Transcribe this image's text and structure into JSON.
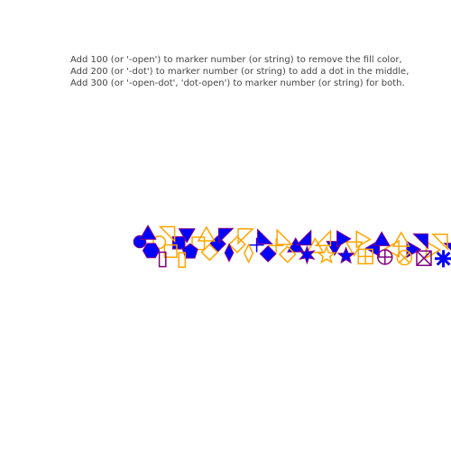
{
  "chart_data": {
    "type": "scatter",
    "title": "",
    "xlabel": "",
    "ylabel": "",
    "grid": false,
    "annotation": [
      "Add 100 (or '-open') to marker number (or string) to remove the fill color,",
      "Add 200 (or '-dot') to marker number (or string) to add a dot in the middle,",
      "Add 300 (or '-open-dot', 'dot-open') to marker number (or string) for both."
    ],
    "colors": {
      "filled_fill": "#0000ff",
      "outline": "#800080",
      "open_outline": "#ffa500"
    },
    "xlim": [
      -1,
      25
    ],
    "ylim": [
      -1,
      25
    ],
    "points": [
      {
        "x": 0,
        "y": 0,
        "symbol": "circle",
        "open": false
      },
      {
        "x": 1,
        "y": 1,
        "symbol": "circle",
        "open": true
      },
      {
        "x": 2,
        "y": 2,
        "symbol": "square",
        "open": false
      },
      {
        "x": 3,
        "y": 3,
        "symbol": "square",
        "open": true
      },
      {
        "x": 4,
        "y": 4,
        "symbol": "diamond",
        "open": false
      },
      {
        "x": 5,
        "y": 5,
        "symbol": "diamond",
        "open": true
      },
      {
        "x": 6,
        "y": 6,
        "symbol": "cross",
        "open": false
      },
      {
        "x": 7,
        "y": 7,
        "symbol": "cross",
        "open": true
      },
      {
        "x": 8,
        "y": 8,
        "symbol": "triangle-up",
        "open": false
      },
      {
        "x": 9,
        "y": 9,
        "symbol": "triangle-up",
        "open": true
      },
      {
        "x": 10,
        "y": 10,
        "symbol": "triangle-down",
        "open": false
      },
      {
        "x": 11,
        "y": 11,
        "symbol": "triangle-down",
        "open": true
      },
      {
        "x": 12,
        "y": 12,
        "symbol": "triangle-left",
        "open": false
      },
      {
        "x": 13,
        "y": 13,
        "symbol": "triangle-left",
        "open": true
      },
      {
        "x": 14,
        "y": 14,
        "symbol": "triangle-right",
        "open": false
      },
      {
        "x": 15,
        "y": 15,
        "symbol": "triangle-right",
        "open": true
      },
      {
        "x": 16,
        "y": 16,
        "symbol": "triangle-ne",
        "open": false
      },
      {
        "x": 17,
        "y": 17,
        "symbol": "triangle-ne",
        "open": true
      },
      {
        "x": 18,
        "y": 18,
        "symbol": "hexagon",
        "open": false
      },
      {
        "x": 19,
        "y": 19,
        "symbol": "hexagon",
        "open": true
      },
      {
        "x": 20,
        "y": 20,
        "symbol": "bowtie",
        "open": false
      },
      {
        "x": 21,
        "y": 21,
        "symbol": "bowtie",
        "open": true
      },
      {
        "x": 1,
        "y": 0,
        "symbol": "triangle-up",
        "open": false
      },
      {
        "x": 2,
        "y": 1,
        "symbol": "triangle-ne",
        "open": true
      },
      {
        "x": 3,
        "y": 2,
        "symbol": "triangle-down",
        "open": false
      },
      {
        "x": 4,
        "y": 3,
        "symbol": "triangle-up",
        "open": true
      },
      {
        "x": 5,
        "y": 4,
        "symbol": "triangle-nw",
        "open": false
      },
      {
        "x": 6,
        "y": 5,
        "symbol": "triangle-nw",
        "open": true
      },
      {
        "x": 7,
        "y": 6,
        "symbol": "triangle-sw",
        "open": false
      },
      {
        "x": 8,
        "y": 7,
        "symbol": "triangle-sw",
        "open": true
      },
      {
        "x": 9,
        "y": 8,
        "symbol": "triangle-se",
        "open": false
      },
      {
        "x": 10,
        "y": 9,
        "symbol": "triangle-se",
        "open": true
      },
      {
        "x": 11,
        "y": 10,
        "symbol": "triangle-right",
        "open": false
      },
      {
        "x": 12,
        "y": 11,
        "symbol": "triangle-right",
        "open": true
      },
      {
        "x": 13,
        "y": 12,
        "symbol": "triangle-up",
        "open": false
      },
      {
        "x": 14,
        "y": 13,
        "symbol": "triangle-up",
        "open": true
      },
      {
        "x": 15,
        "y": 14,
        "symbol": "triangle-ne",
        "open": false
      },
      {
        "x": 16,
        "y": 15,
        "symbol": "triangle-ne",
        "open": true
      },
      {
        "x": 0,
        "y": 1,
        "symbol": "hexagon",
        "open": false
      },
      {
        "x": 1,
        "y": 2,
        "symbol": "square",
        "open": true
      },
      {
        "x": 2,
        "y": 3,
        "symbol": "pentagon",
        "open": false
      },
      {
        "x": 3,
        "y": 4,
        "symbol": "diamond",
        "open": true
      },
      {
        "x": 4,
        "y": 5,
        "symbol": "diamond-tall",
        "open": false
      },
      {
        "x": 5,
        "y": 6,
        "symbol": "diamond-tall",
        "open": true
      },
      {
        "x": 6,
        "y": 7,
        "symbol": "diamond",
        "open": false
      },
      {
        "x": 7,
        "y": 8,
        "symbol": "diamond",
        "open": true
      },
      {
        "x": 8,
        "y": 9,
        "symbol": "star-6",
        "open": false
      },
      {
        "x": 9,
        "y": 10,
        "symbol": "star",
        "open": true
      },
      {
        "x": 10,
        "y": 11,
        "symbol": "star",
        "open": false
      },
      {
        "x": 11,
        "y": 12,
        "symbol": "square-cross",
        "open": true
      },
      {
        "x": 12,
        "y": 13,
        "symbol": "circle-cross",
        "open": true
      },
      {
        "x": 13,
        "y": 14,
        "symbol": "circle-x",
        "open": true
      },
      {
        "x": 14,
        "y": 15,
        "symbol": "square-x",
        "open": true
      },
      {
        "x": 15,
        "y": 16,
        "symbol": "asterisk",
        "open": false
      },
      {
        "x": 0,
        "y": 2,
        "symbol": "square-tall",
        "open": true
      },
      {
        "x": 1,
        "y": 3,
        "symbol": "square-tall",
        "open": true
      }
    ]
  }
}
